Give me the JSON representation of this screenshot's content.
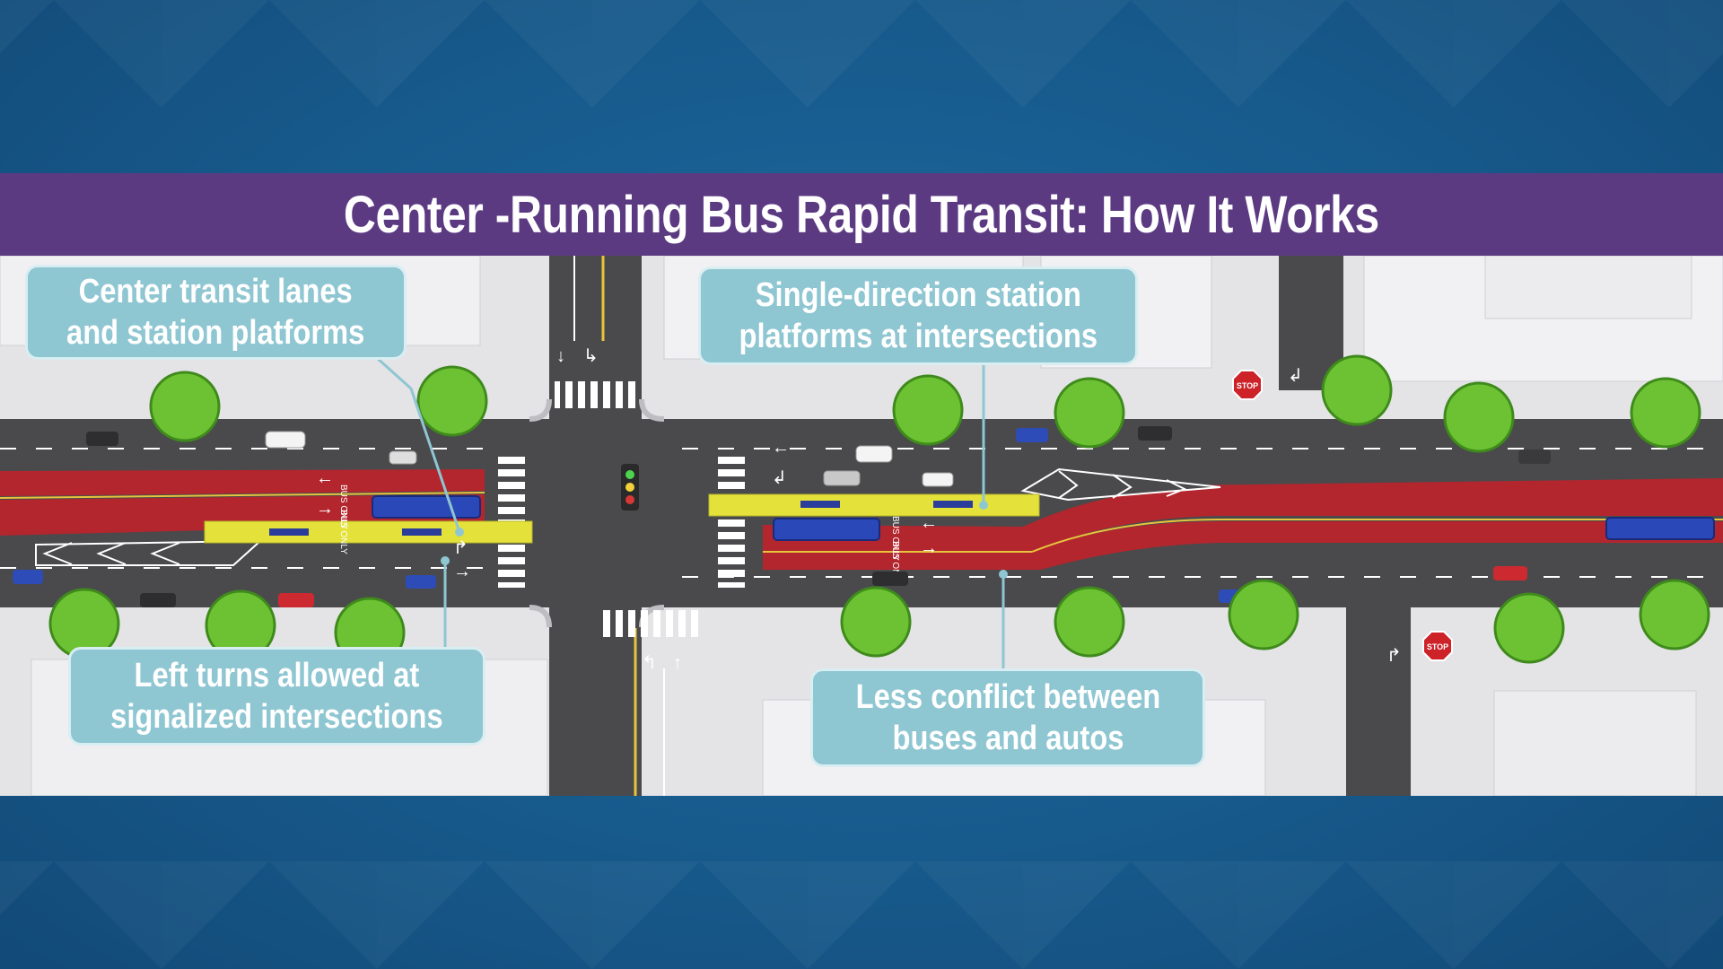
{
  "title": "Center -Running Bus Rapid Transit: How It Works",
  "callouts": [
    {
      "line1": "Center transit lanes",
      "line2": "and station platforms"
    },
    {
      "line1": "Single-direction station",
      "line2": "platforms at intersections"
    },
    {
      "line1": "Left turns allowed at",
      "line2": "signalized intersections"
    },
    {
      "line1": "Less conflict between",
      "line2": "buses and autos"
    }
  ],
  "road_markings": {
    "bus_only": "BUS ONLY",
    "stop": "STOP"
  },
  "colors": {
    "title_bar": "#5b3a82",
    "background": "#175a8c",
    "callout": "#8ec6d2",
    "bus_lane": "#b3262e",
    "platform": "#e4e23a",
    "road": "#4a4a4c",
    "tree": "#6cc232"
  }
}
